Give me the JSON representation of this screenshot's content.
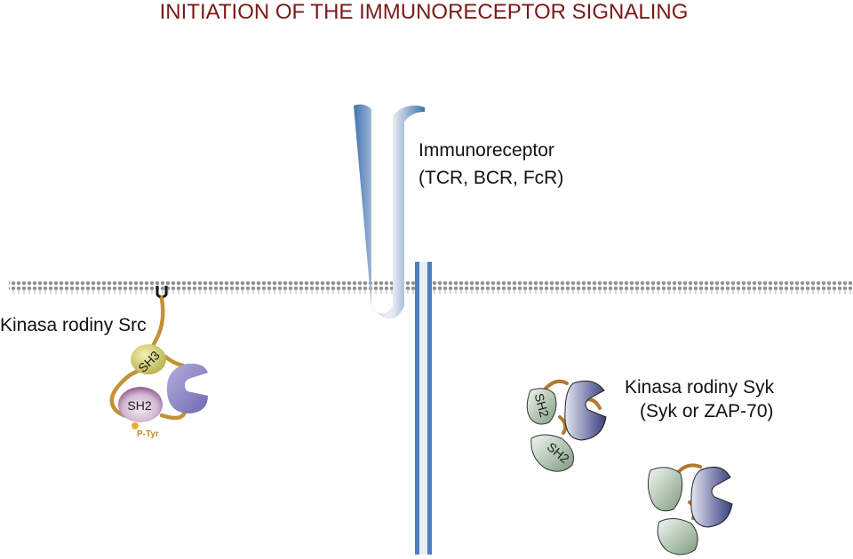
{
  "title": "INITIATION OF THE IMMUNORECEPTOR SIGNALING",
  "receptor": {
    "label_line1": "Immunoreceptor",
    "label_line2": "(TCR, BCR, FcR)"
  },
  "src_kinase": {
    "label": "Kinasa rodiny Src",
    "sh3": "SH3",
    "sh2": "SH2",
    "ptyr": "P-Tyr"
  },
  "syk_kinase": {
    "label_line1": "Kinasa rodiny Syk",
    "label_line2": "(Syk or ZAP-70)",
    "sh2_a": "SH2",
    "sh2_b": "SH2"
  },
  "colors": {
    "title": "#7a1a1a",
    "receptor_blue": "#3f72b0",
    "linker": "#b8862e",
    "sh3_fill": "#c8c65a",
    "sh2_src_fill": "#7a3b7a",
    "src_kinase_fill": "#8c86c4",
    "syk_sh2_fill": "#8fa98f",
    "syk_kinase_fill": "#4a4f86",
    "ptyr": "#c8872a"
  }
}
